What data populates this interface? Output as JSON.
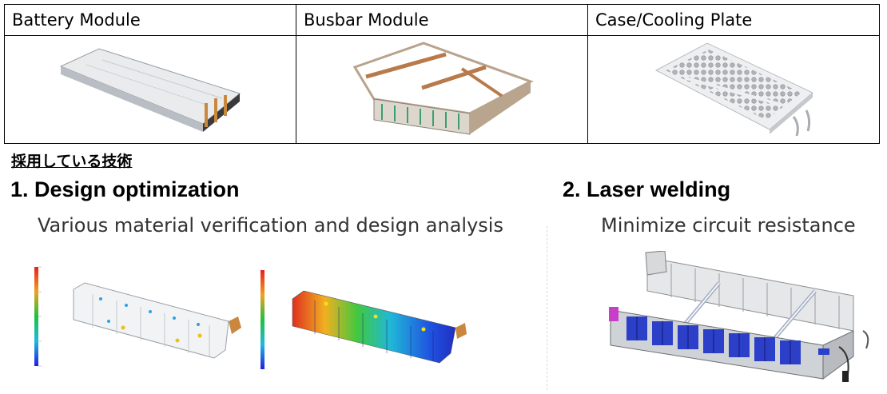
{
  "table": {
    "headers": [
      "Battery Module",
      "Busbar Module",
      "Case/Cooling Plate"
    ]
  },
  "technologies": {
    "heading": "採用している技術",
    "sections": [
      {
        "title": "1. Design optimization",
        "subtitle": "Various material verification and design analysis"
      },
      {
        "title": "2. Laser welding",
        "subtitle": "Minimize circuit resistance"
      }
    ]
  },
  "colors": {
    "border": "#000000",
    "divider": "#d8d8d8",
    "copper": "#b87a4b",
    "aluminum": "#c8ccd0",
    "cell_blue": "#2b3fc8"
  }
}
